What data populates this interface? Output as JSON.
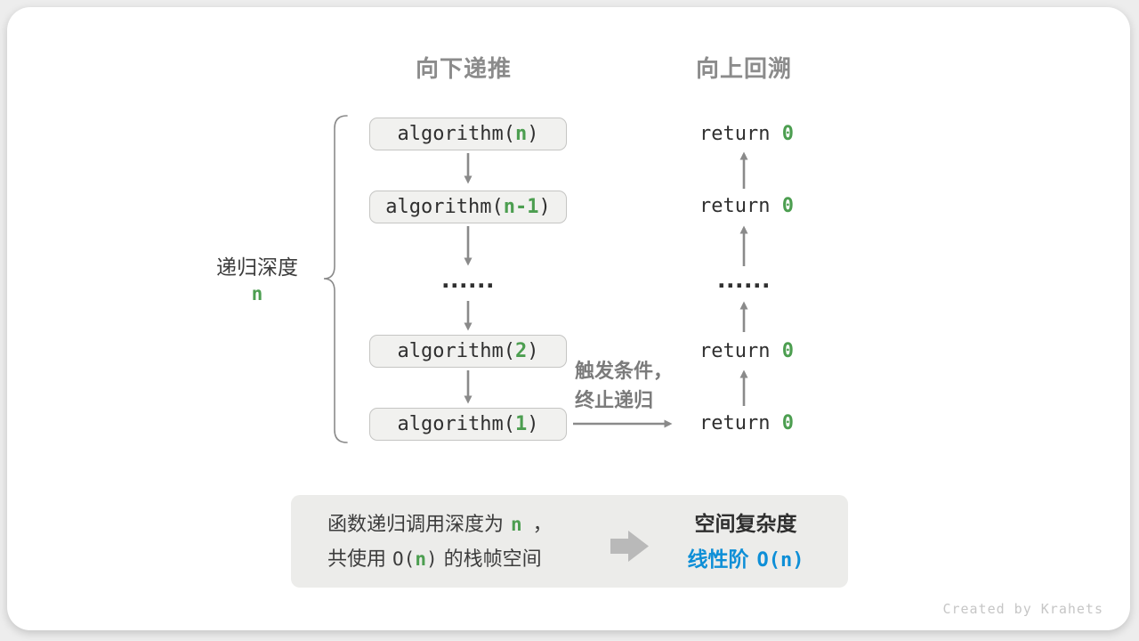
{
  "headers": {
    "recurse": "向下递推",
    "backtrack": "向上回溯"
  },
  "depth_label": {
    "text": "递归深度",
    "value": "n"
  },
  "recurse_column": {
    "boxes": [
      {
        "prefix": "algorithm(",
        "arg": "n",
        "suffix": ")"
      },
      {
        "prefix": "algorithm(",
        "arg": "n-1",
        "suffix": ")"
      },
      {
        "prefix": "algorithm(",
        "arg": "2",
        "suffix": ")"
      },
      {
        "prefix": "algorithm(",
        "arg": "1",
        "suffix": ")"
      }
    ],
    "ellipsis": "......"
  },
  "backtrack_column": {
    "returns": [
      {
        "prefix": "return ",
        "value": "0"
      },
      {
        "prefix": "return ",
        "value": "0"
      },
      {
        "prefix": "return ",
        "value": "0"
      },
      {
        "prefix": "return ",
        "value": "0"
      }
    ],
    "ellipsis": "......"
  },
  "annotation": {
    "line1": "触发条件，",
    "line2": "终止递归"
  },
  "summary": {
    "left_line1": {
      "text1": "函数递归调用深度为",
      "code": "n",
      "text2": "，"
    },
    "left_line2": {
      "text1": "共使用",
      "code_open": "O(",
      "code_arg": "n",
      "code_close": ")",
      "text2": "的栈帧空间"
    },
    "right_line1": "空间复杂度",
    "right_line2": {
      "text": "线性阶",
      "code": "O(n)"
    }
  },
  "footer": "Created by Krahets",
  "colors": {
    "green": "#4c9e50",
    "blue": "#0e8fd7",
    "arrow_gray": "#8a8a8a",
    "box_bg": "#f1f1ef",
    "box_border": "#c5c5c3",
    "summary_bg": "#ececea",
    "header_gray": "#8b8b8b"
  }
}
